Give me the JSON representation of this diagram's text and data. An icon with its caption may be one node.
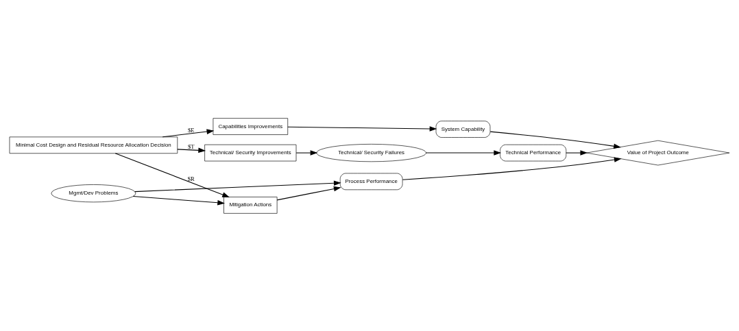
{
  "diagram": {
    "nodes": [
      {
        "text": [
          "Minimal Cost Design and Residual Resource Allocation Decision"
        ]
      },
      {
        "text": [
          "Technical/ Security Improvements"
        ]
      },
      {
        "text": [
          "Technical/ Security Failures"
        ]
      },
      {
        "text": [
          "Technical Performance"
        ]
      },
      {
        "text": [
          "Mgmt/Dev Problems"
        ]
      },
      {
        "text": [
          "Mitigation Actions"
        ]
      },
      {
        "text": [
          "Process Performance"
        ]
      },
      {
        "text": [
          "Capabilities Improvements"
        ]
      },
      {
        "text": [
          "System Capability"
        ]
      },
      {
        "text": [
          "Value of Project Outcome"
        ]
      }
    ],
    "edges": [
      {
        "from": 0,
        "to": 1,
        "arrow": "to",
        "label": "$T"
      },
      {
        "from": 0,
        "to": 5,
        "arrow": "to",
        "label": "$R"
      },
      {
        "from": 0,
        "to": 7,
        "arrow": "to",
        "label": "$E"
      },
      {
        "from": 1,
        "to": 2,
        "arrow": "to"
      },
      {
        "from": 2,
        "to": 3,
        "arrow": "to"
      },
      {
        "from": 3,
        "to": 9,
        "arrow": "to"
      },
      {
        "from": 4,
        "to": 5,
        "arrow": "to"
      },
      {
        "from": 4,
        "to": 6,
        "arrow": "to"
      },
      {
        "from": 5,
        "to": 6,
        "arrow": "to"
      },
      {
        "from": 7,
        "to": 8,
        "arrow": "to"
      },
      {
        "from": 6,
        "to": 9,
        "arrow": "to"
      },
      {
        "from": 8,
        "to": 9,
        "arrow": "to"
      }
    ]
  }
}
